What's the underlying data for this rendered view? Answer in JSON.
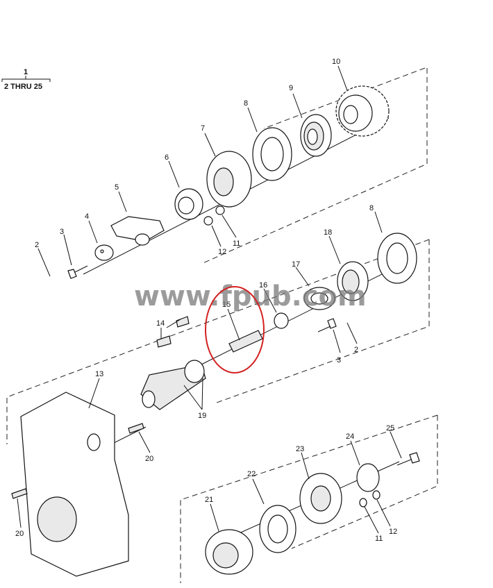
{
  "reference": {
    "main": "1",
    "range": "2 THRU 25"
  },
  "callouts": {
    "c10": "10",
    "c9": "9",
    "c8a": "8",
    "c7": "7",
    "c6": "6",
    "c5": "5",
    "c4": "4",
    "c3a": "3",
    "c2a": "2",
    "c12a": "12",
    "c11a": "11",
    "c8b": "8",
    "c18": "18",
    "c17": "17",
    "c16": "16",
    "c15": "15",
    "c14": "14",
    "c3b": "3",
    "c2b": "2",
    "c13": "13",
    "c19": "19",
    "c20a": "20",
    "c20b": "20",
    "c25": "25",
    "c24": "24",
    "c23": "23",
    "c22": "22",
    "c21": "21",
    "c11b": "11",
    "c12b": "12"
  },
  "watermark": "www.fpub.com",
  "highlight": {
    "color": "#d42020",
    "target": "15"
  }
}
